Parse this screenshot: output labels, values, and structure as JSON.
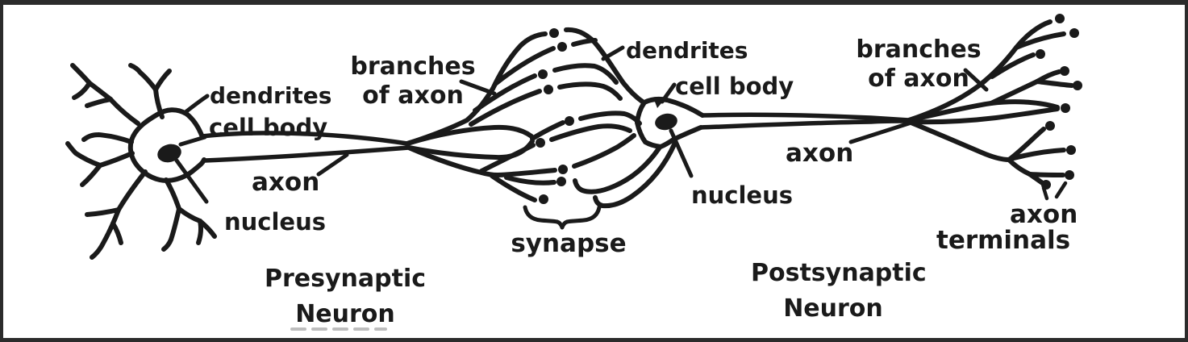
{
  "diagram": {
    "subject": "neuron synapse diagram",
    "colors": {
      "ink": "#1a1a1a",
      "background": "#ffffff",
      "frame": "#2b2b2b",
      "artifact_gray": "#bdbdbd"
    },
    "presynaptic": {
      "dendrites_label": "dendrites",
      "cell_body_label": "cell body",
      "axon_label": "axon",
      "nucleus_label": "nucleus",
      "branches_of_axon_line1": "branches",
      "branches_of_axon_line2": "of axon",
      "title_line1": "Presynaptic",
      "title_line2": "Neuron"
    },
    "synapse": {
      "label": "synapse"
    },
    "postsynaptic": {
      "dendrites_label": "dendrites",
      "cell_body_label": "cell body",
      "nucleus_label": "nucleus",
      "axon_label": "axon",
      "branches_of_axon_line1": "branches",
      "branches_of_axon_line2": "of axon",
      "axon_terminals_line1": "axon",
      "axon_terminals_line2": "terminals",
      "title_line1": "Postsynaptic",
      "title_line2": "Neuron"
    }
  }
}
